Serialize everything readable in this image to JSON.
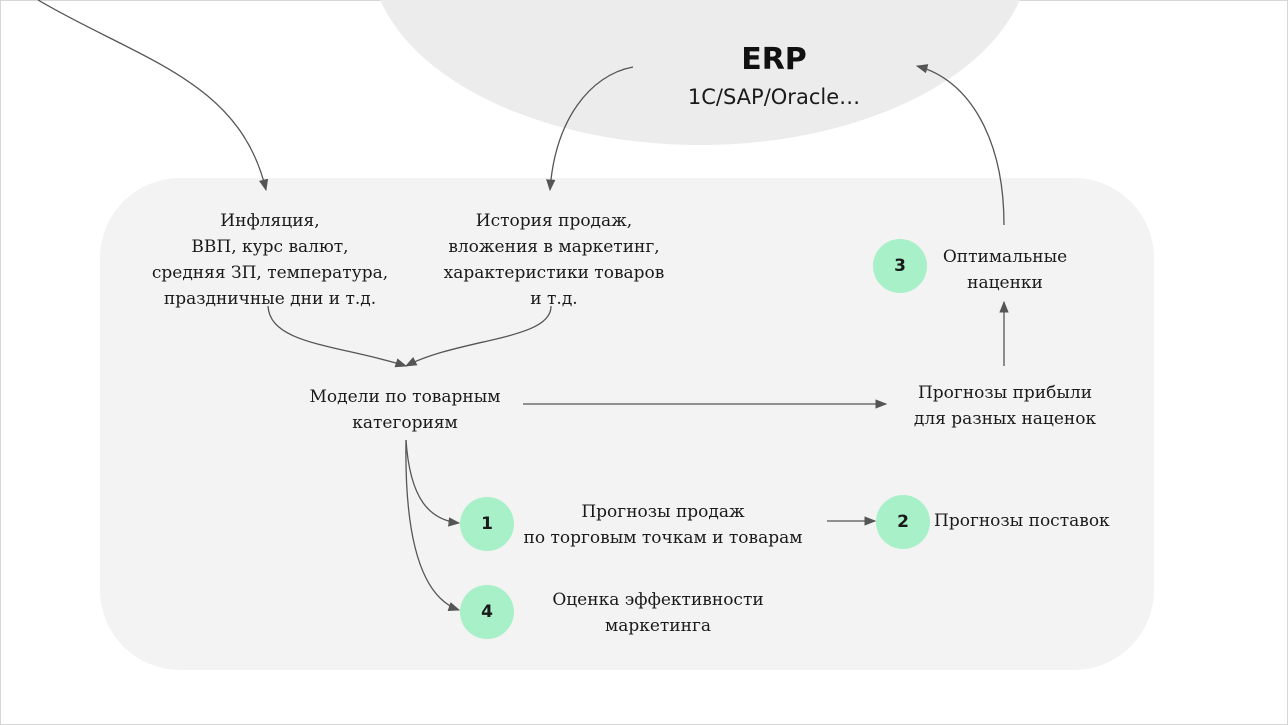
{
  "erp": {
    "title": "ERP",
    "subtitle": "1C/SAP/Oracle…"
  },
  "nodes": {
    "external_factors": [
      "Инфляция,",
      "ВВП, курс валют,",
      "средняя ЗП, температура,",
      "праздничные дни и т.д."
    ],
    "sales_history": [
      "История продаж,",
      "вложения в маркетинг,",
      "характеристики товаров",
      "и т.д."
    ],
    "models": [
      "Модели по товарным",
      "категориям"
    ],
    "profit_forecasts": [
      "Прогнозы прибыли",
      "для разных наценок"
    ],
    "optimal_markups": [
      "Оптимальные",
      "наценки"
    ],
    "sales_forecasts": [
      "Прогнозы продаж",
      "по торговым точкам и товарам"
    ],
    "supply_forecasts": [
      "Прогнозы поставок"
    ],
    "marketing_efficiency": [
      "Оценка эффективности",
      "маркетинга"
    ]
  },
  "badges": {
    "b1": "1",
    "b2": "2",
    "b3": "3",
    "b4": "4"
  },
  "colors": {
    "badge": "#a8f0c8",
    "panel": "#f3f3f3",
    "erp_circle": "#ececec",
    "arrow": "#555555"
  }
}
